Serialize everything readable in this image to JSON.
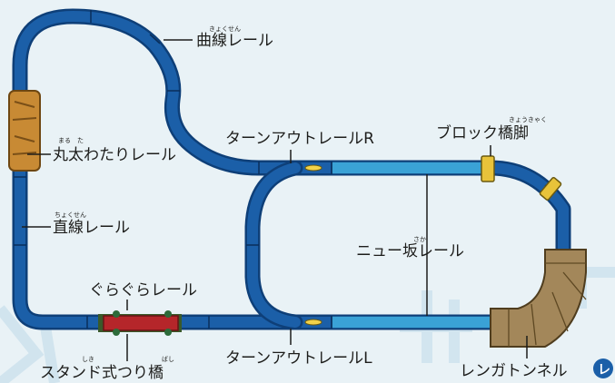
{
  "labels": {
    "curve": "曲線レール",
    "log": "丸太わたりレール",
    "straight": "直線レール",
    "wobble": "ぐらぐらレール",
    "stand": "スタンド式つり橋",
    "turnout_r": "ターンアウトレールR",
    "turnout_l": "ターンアウトレールL",
    "block": "ブロック橋脚",
    "slope": "ニュー坂レール",
    "tunnel": "レンガトンネル"
  },
  "ruby": {
    "curve": "きょくせん",
    "log": "まる　た",
    "straight": "ちょくせん",
    "stand": "しき",
    "stand2": "ばし",
    "block": "きょうきゃく",
    "slope": "さか"
  },
  "badge": "レ",
  "colors": {
    "background": "#e9f2f6",
    "track": "#1b5fa8",
    "track_edge": "#0e3f78",
    "slope": "#3aa2d6",
    "tunnel": "#a3875a",
    "log": "#c88a34",
    "bridge": "#b5262a",
    "badge": "#1b5fa8"
  }
}
